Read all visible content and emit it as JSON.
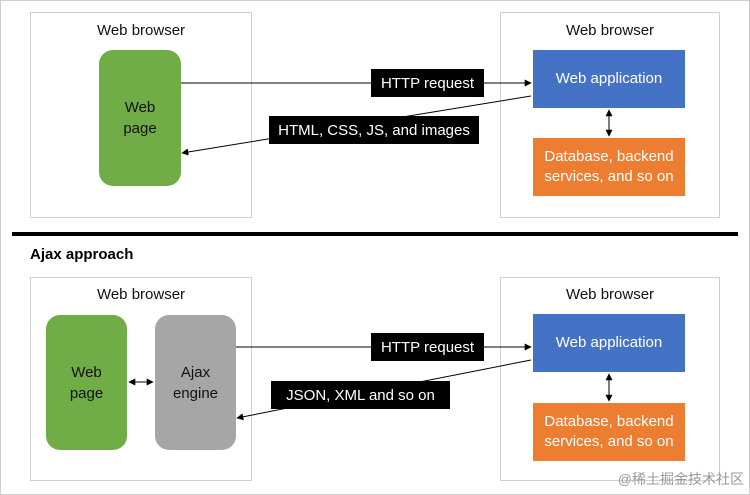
{
  "top": {
    "client_label": "Web browser",
    "web_page": "Web page",
    "server_label": "Web browser",
    "web_app": "Web application",
    "database": "Database, backend services, and so on",
    "request": "HTTP request",
    "response": "HTML, CSS, JS, and images"
  },
  "section_title": "Ajax approach",
  "bottom": {
    "client_label": "Web browser",
    "web_page": "Web page",
    "ajax_engine": "Ajax engine",
    "server_label": "Web browser",
    "web_app": "Web application",
    "database": "Database, backend services, and so on",
    "request": "HTTP request",
    "response": "JSON, XML and so on"
  },
  "watermark": "@稀土掘金技术社区",
  "colors": {
    "green": "#70ad47",
    "gray": "#a6a6a6",
    "blue": "#4472c4",
    "orange": "#ed7d31"
  }
}
